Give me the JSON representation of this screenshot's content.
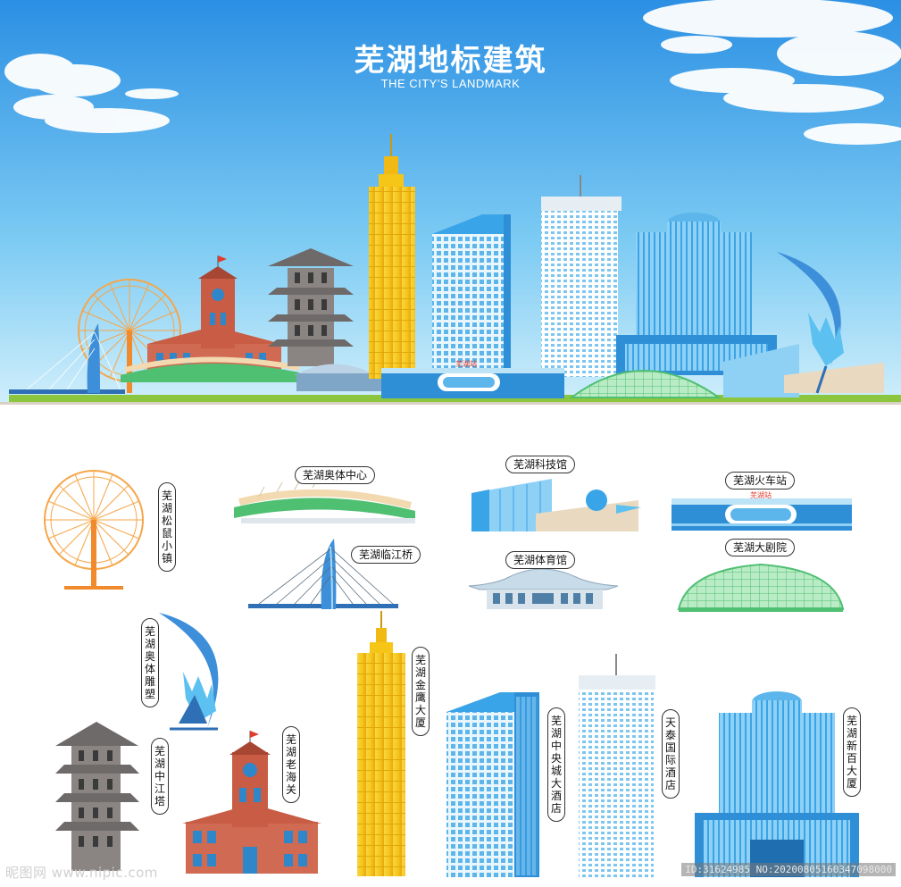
{
  "header": {
    "title": "芜湖地标建筑",
    "subtitle": "THE CITY'S LANDMARK"
  },
  "skyline": {
    "station_sign": "芜湖站"
  },
  "landmarks": [
    {
      "key": "songshu",
      "label": "芜湖松鼠小镇"
    },
    {
      "key": "olympic_center",
      "label": "芜湖奥体中心"
    },
    {
      "key": "science_museum",
      "label": "芜湖科技馆"
    },
    {
      "key": "train_station",
      "label": "芜湖火车站"
    },
    {
      "key": "linjiang_bridge",
      "label": "芜湖临江桥"
    },
    {
      "key": "gymnasium",
      "label": "芜湖体育馆"
    },
    {
      "key": "grand_theater",
      "label": "芜湖大剧院"
    },
    {
      "key": "olympic_sculpture",
      "label": "芜湖奥体雕塑"
    },
    {
      "key": "jinying_tower",
      "label": "芜湖金鹰大厦"
    },
    {
      "key": "zhongjiang_pagoda",
      "label": "芜湖中江塔"
    },
    {
      "key": "old_customs",
      "label": "芜湖老海关"
    },
    {
      "key": "central_city_hotel",
      "label": "芜湖中央城大酒店"
    },
    {
      "key": "tiantai_hotel",
      "label": "天泰国际酒店"
    },
    {
      "key": "xinbai_building",
      "label": "芜湖新百大厦"
    }
  ],
  "watermark": {
    "left": "昵图网 www.nipic.com",
    "right": "ID:31624985 NO:20200805160347098000"
  },
  "colors": {
    "sky_top": "#2b8fe3",
    "sky_bottom": "#cfeefb",
    "ground": "#8cc63e",
    "tower_gold": "#f5c518",
    "glass_blue": "#3aa4e8",
    "brick_red": "#d06a52"
  }
}
